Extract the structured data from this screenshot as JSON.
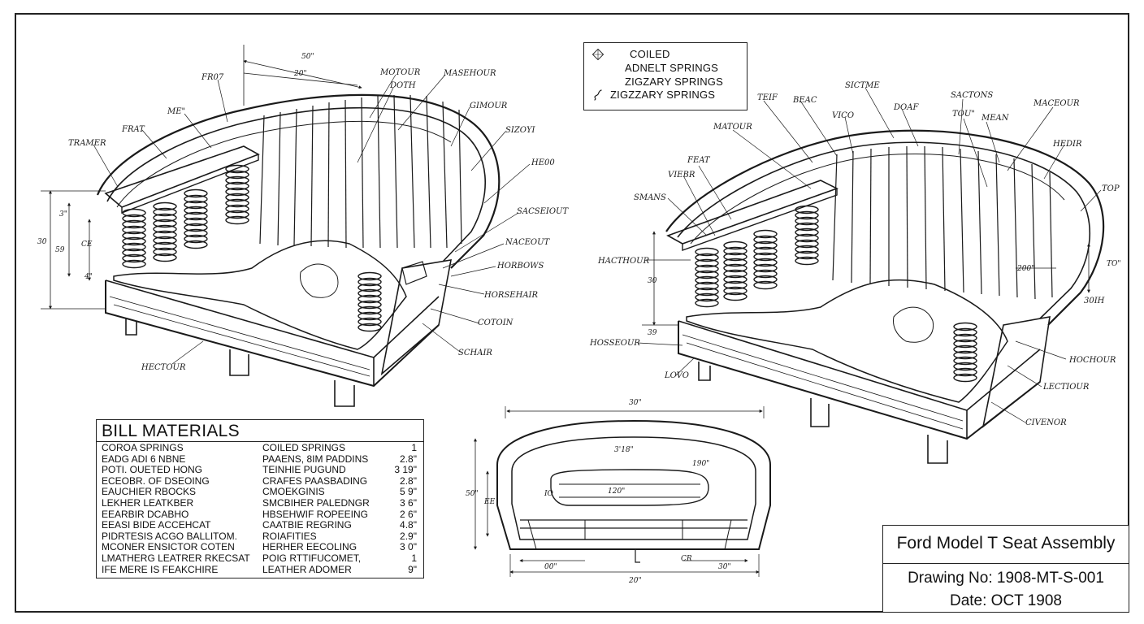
{
  "legend": {
    "items": [
      {
        "label": "COILED",
        "icon": "diamond-icon"
      },
      {
        "label": "ADNELT SPRINGS",
        "icon": ""
      },
      {
        "label": "ZIGZARY SPRINGS",
        "icon": ""
      },
      {
        "label": "ZIGZZARY SPRINGS",
        "icon": "spring-icon"
      }
    ]
  },
  "bill_of_materials": {
    "title": "BILL MATERIALS",
    "rows": [
      {
        "part": "COROA SPRINGS",
        "material": "COILED SPRINGS",
        "qty": "1"
      },
      {
        "part": "EADG ADI 6 NBNE",
        "material": "PAAENS, 8IM PADDINS",
        "qty": "2.8\""
      },
      {
        "part": "POTI. OUETED HONG",
        "material": "TEINHIE PUGUND",
        "qty": "3 19\""
      },
      {
        "part": "ECEOBR. OF DSEOING",
        "material": "CRAFES PAASBADING",
        "qty": "2.8\""
      },
      {
        "part": "EAUCHIER RBOCKS",
        "material": "CMOEKGINIS",
        "qty": "5 9\""
      },
      {
        "part": "LEKHER LEATKBER",
        "material": "SMCBIHER PALEDNGR",
        "qty": "3 6\""
      },
      {
        "part": "EEARBIR DCABHO",
        "material": "HBSEHWIF ROPEEING",
        "qty": "2 6\""
      },
      {
        "part": "EEASI BIDE ACCEHCAT",
        "material": "CAATBIE REGRING",
        "qty": "4.8\""
      },
      {
        "part": "PIDRTESIS ACGO BALLITOM.",
        "material": "ROIAFITIES",
        "qty": "2.9\""
      },
      {
        "part": "MCONER ENSICTOR COTEN",
        "material": "HERHER EECOLING",
        "qty": "3 0\""
      },
      {
        "part": "LMATHERG LEATRER RKECSAT",
        "material": "POIG RTTIFUCOMET,",
        "qty": "1"
      },
      {
        "part": "IFE MERE IS FEAKCHIRE",
        "material": "LEATHER ADOMER",
        "qty": "9\""
      }
    ]
  },
  "title_block": {
    "title": "Ford Model T Seat Assembly",
    "drawing_no": "Drawing No: 1908-MT-S-001",
    "date": "Date: OCT 1908"
  },
  "left_view": {
    "labels": [
      "TRAMER",
      "FRAT",
      "ME\"",
      "FR07",
      "MOTOUR",
      "DOTH",
      "MASEHOUR",
      "GIMOUR",
      "SIZOYI",
      "HE00",
      "SACSEIOUT",
      "NACEOUT",
      "HORBOWS",
      "HORSEHAIR",
      "COTOIN",
      "SCHAIR",
      "HECTOUR"
    ],
    "dims": [
      "50\"",
      "20\"",
      "30",
      "59",
      "3\"",
      "CE",
      "4\""
    ]
  },
  "right_view": {
    "labels": [
      "FEAT",
      "VIEBR",
      "SMANS",
      "HACTHOUR",
      "MATOUR",
      "TEIF",
      "BEAC",
      "VICO",
      "SICTME",
      "DOAF",
      "SACTONS",
      "TOU\"",
      "MEAN",
      "MACEOUR",
      "HEDIR",
      "TOP",
      "HOSSEOUR",
      "LOVO",
      "HOCHOUR",
      "LECTIOUR",
      "CIVENOR"
    ],
    "dims": [
      "200\"",
      "TO\"",
      "30IH",
      "30",
      "39"
    ]
  },
  "section_view": {
    "dims": [
      "30\"",
      "3'18\"",
      "190\"",
      "120\"",
      "IO",
      "50\"",
      "EE",
      "00\"",
      "CR",
      "30\"",
      "20\""
    ]
  }
}
